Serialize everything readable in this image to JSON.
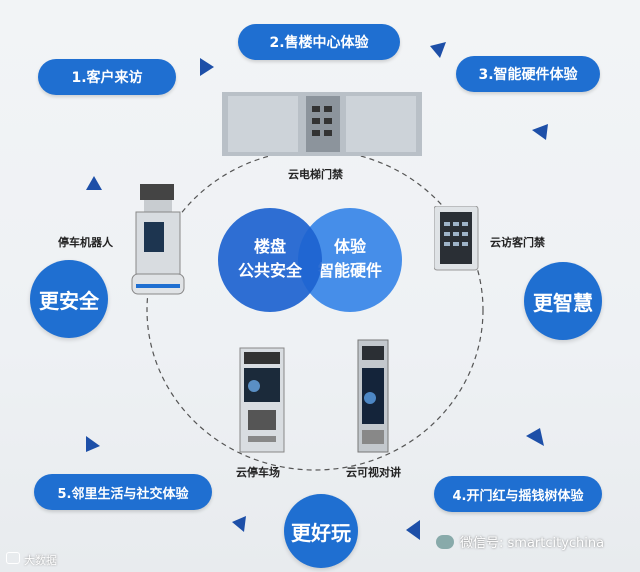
{
  "steps": {
    "s1": "1.客户来访",
    "s2": "2.售楼中心体验",
    "s3": "3.智能硬件体验",
    "s4": "4.开门红与摇钱树体验",
    "s5": "5.邻里生活与社交体验"
  },
  "venn": {
    "left_line1": "楼盘",
    "left_line2": "公共安全",
    "right_line1": "体验",
    "right_line2": "智能硬件"
  },
  "badges": {
    "safer": "更安全",
    "smarter": "更智慧",
    "funner": "更好玩"
  },
  "devices": {
    "elevator": "云电梯门禁",
    "visitor": "云访客门禁",
    "robot": "停车机器人",
    "parking": "云停车场",
    "intercom": "云可视对讲"
  },
  "watermark": {
    "wechat": "微信号: smartcitychina",
    "source": "大数据"
  },
  "colors": {
    "primary": "#1f6fd1",
    "accent": "#1d4fa8"
  }
}
